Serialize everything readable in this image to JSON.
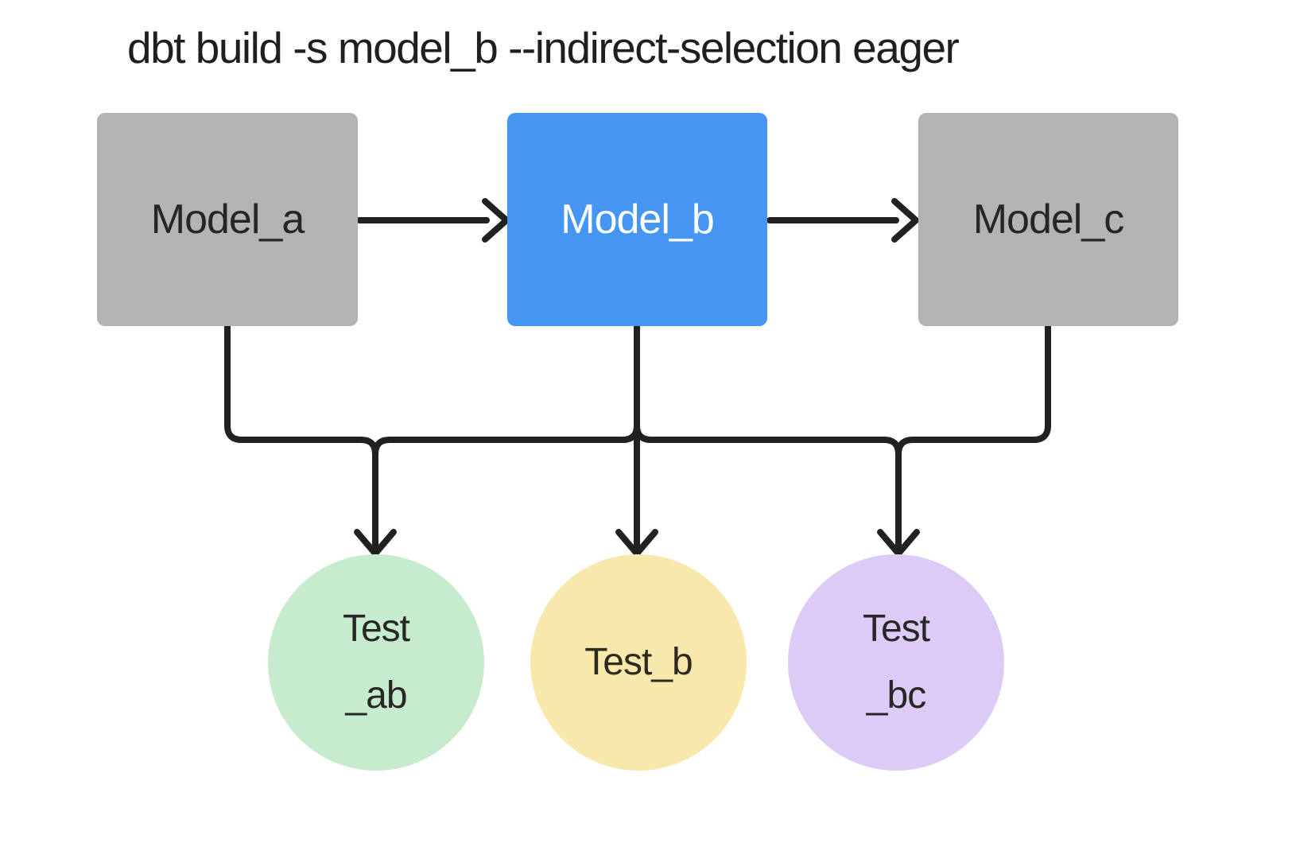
{
  "title": "dbt build -s model_b --indirect-selection eager",
  "canvas": {
    "background": "#ffffff",
    "edge_color": "#212121"
  },
  "models": [
    {
      "id": "model_a",
      "label": "Model_a",
      "color": "#b3b3b3",
      "text_color": "#262626",
      "selected": false
    },
    {
      "id": "model_b",
      "label": "Model_b",
      "color": "#4596f3",
      "text_color": "#ffffff",
      "selected": true
    },
    {
      "id": "model_c",
      "label": "Model_c",
      "color": "#b3b3b3",
      "text_color": "#262626",
      "selected": false
    }
  ],
  "tests": [
    {
      "id": "test_ab",
      "lines": [
        "Test",
        "_ab"
      ],
      "color": "#c6ebcd",
      "text_color": "#272727"
    },
    {
      "id": "test_b",
      "lines": [
        "Test_b"
      ],
      "color": "#f8e8ac",
      "text_color": "#2e2a20"
    },
    {
      "id": "test_bc",
      "lines": [
        "Test",
        "_bc"
      ],
      "color": "#ddcbf7",
      "text_color": "#272727"
    }
  ],
  "edges": [
    {
      "from": "model_a",
      "to": "model_b"
    },
    {
      "from": "model_b",
      "to": "model_c"
    },
    {
      "from": "model_a",
      "to": "test_ab"
    },
    {
      "from": "model_b",
      "to": "test_ab"
    },
    {
      "from": "model_b",
      "to": "test_b"
    },
    {
      "from": "model_b",
      "to": "test_bc"
    },
    {
      "from": "model_c",
      "to": "test_bc"
    }
  ]
}
